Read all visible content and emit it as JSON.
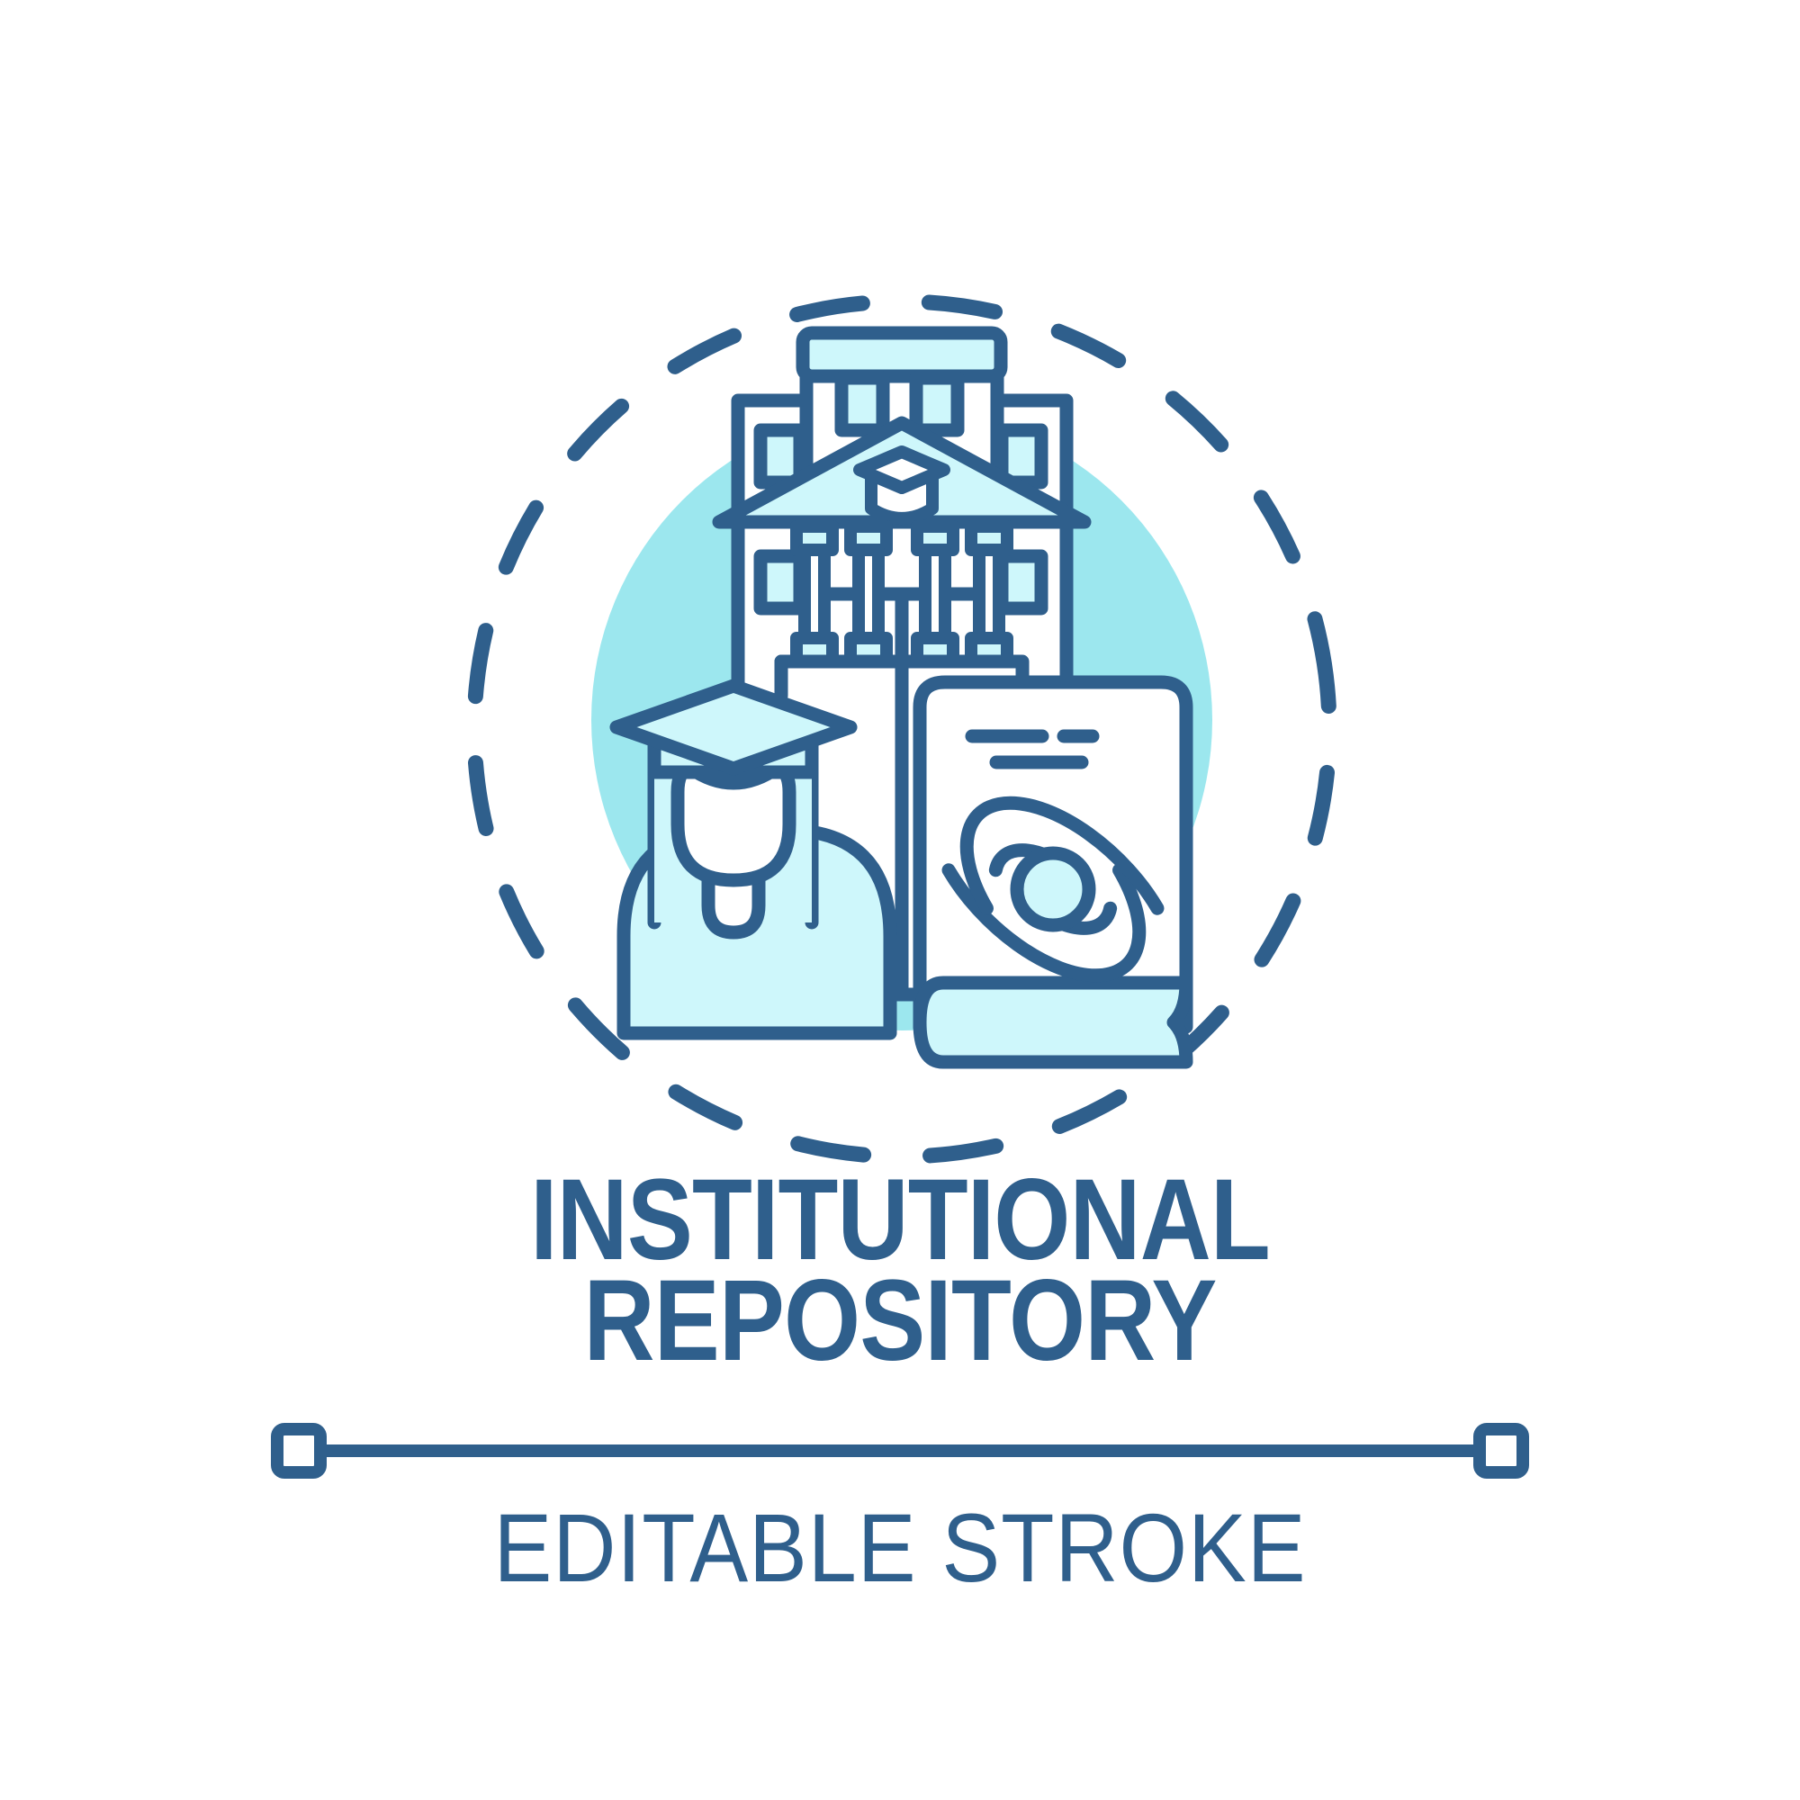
{
  "colors": {
    "stroke": "#2F5F8C",
    "blob": "#9CE7EE",
    "fill_light": "#CEF7FB",
    "white": "#FFFFFF",
    "background": "#FFFFFF"
  },
  "caption": {
    "title_line_1": "INSTITUTIONAL",
    "title_line_2": "REPOSITORY",
    "subtitle": "EDITABLE STROKE"
  },
  "illustration": {
    "alt_label": "institutional-repository-concept-illustration",
    "elements": [
      {
        "name": "dashed-circle-outline",
        "label": "dashed circle border"
      },
      {
        "name": "cyan-blob-circle",
        "label": "light blue background circle"
      },
      {
        "name": "university-building",
        "label": "university building with columns and graduation cap pediment"
      },
      {
        "name": "graduate-person",
        "label": "graduate student wearing mortarboard cap"
      },
      {
        "name": "science-book",
        "label": "book with atom symbol on cover"
      }
    ]
  },
  "divider": {
    "name": "editable-stroke-divider",
    "label": "line with square endpoints",
    "stroke_width": 14,
    "cap_size": 46,
    "length": 1320
  }
}
